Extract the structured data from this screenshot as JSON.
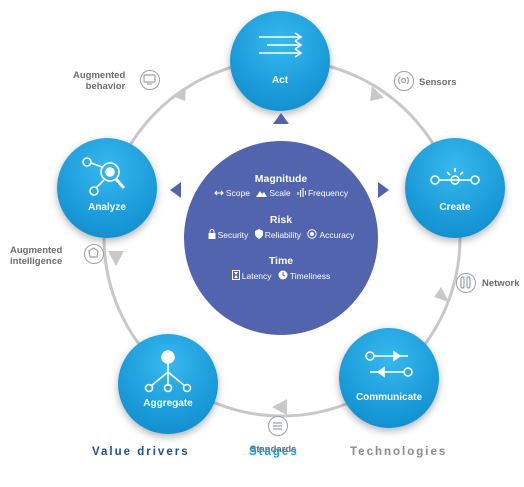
{
  "stages": [
    {
      "label": "Act",
      "icon": "arrows-right-icon"
    },
    {
      "label": "Create",
      "icon": "sun-node-icon"
    },
    {
      "label": "Communicate",
      "icon": "bidirectional-arrows-icon"
    },
    {
      "label": "Aggregate",
      "icon": "network-tree-icon"
    },
    {
      "label": "Analyze",
      "icon": "magnifier-nodes-icon"
    }
  ],
  "technologies": [
    {
      "label": "Sensors",
      "icon": "sensor-icon"
    },
    {
      "label": "Network",
      "icon": "network-icon"
    },
    {
      "label": "Standards",
      "icon": "checklist-icon"
    },
    {
      "label": "Augmented\nintelligence",
      "icon": "brain-icon"
    },
    {
      "label": "Augmented\nbehavior",
      "icon": "monitor-icon"
    }
  ],
  "value_drivers": [
    {
      "title": "Magnitude",
      "items": [
        {
          "label": "Scope",
          "icon": "scope-icon"
        },
        {
          "label": "Scale",
          "icon": "scale-icon"
        },
        {
          "label": "Frequency",
          "icon": "frequency-icon"
        }
      ]
    },
    {
      "title": "Risk",
      "items": [
        {
          "label": "Security",
          "icon": "lock-icon"
        },
        {
          "label": "Reliability",
          "icon": "shield-icon"
        },
        {
          "label": "Accuracy",
          "icon": "target-icon"
        }
      ]
    },
    {
      "title": "Time",
      "items": [
        {
          "label": "Latency",
          "icon": "hourglass-icon"
        },
        {
          "label": "Timeliness",
          "icon": "clock-icon"
        }
      ]
    }
  ],
  "legend": [
    {
      "label": "Value drivers",
      "color": "#1f4e8c"
    },
    {
      "label": "Stages",
      "color": "#1a9bd9"
    },
    {
      "label": "Technologies",
      "color": "#8a8a8a"
    }
  ],
  "colors": {
    "stage": "#1a9bd9",
    "center": "#5164ad",
    "ring": "#c8c8c8",
    "tech": "#9aa0a6"
  }
}
